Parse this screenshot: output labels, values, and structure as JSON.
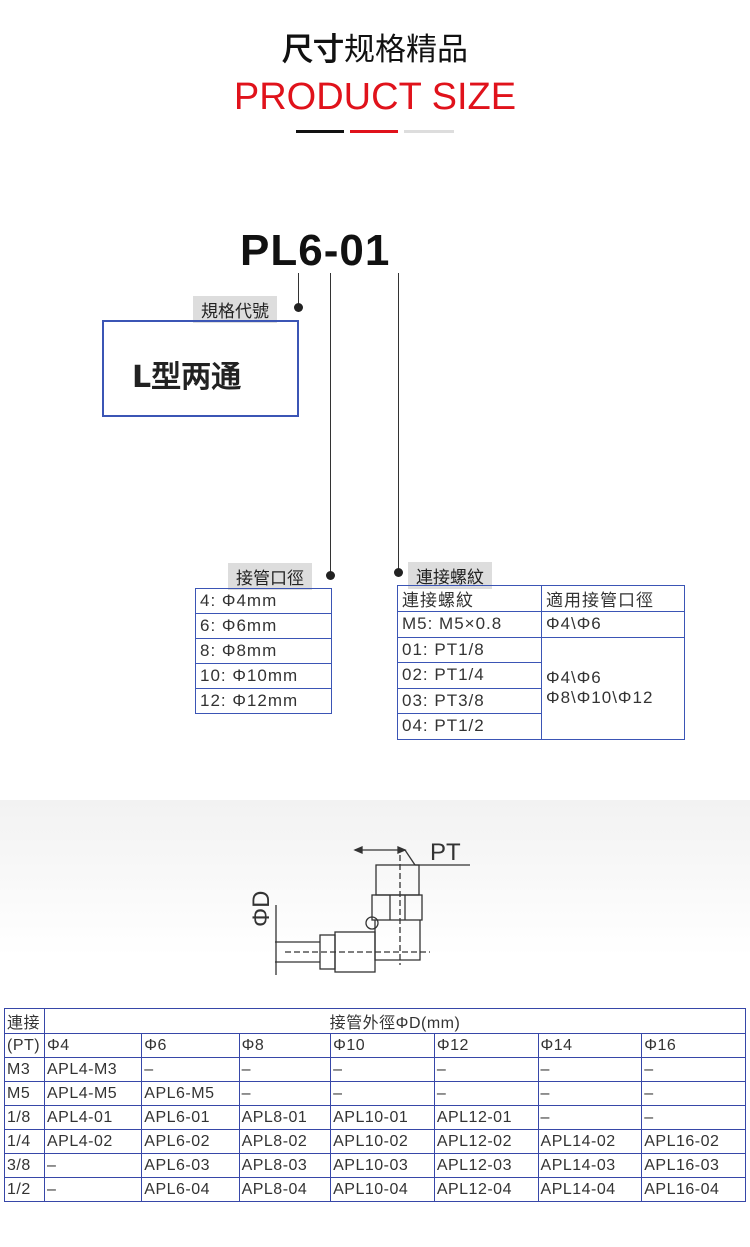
{
  "header": {
    "title_bold": "尺寸",
    "title_rest": "规格精品",
    "subtitle": "PRODUCT SIZE",
    "colors": {
      "accent": "#e0121b",
      "dark": "#111111",
      "light": "#dddddd"
    }
  },
  "model": {
    "code": "PL6-01",
    "spec_label": "規格代號",
    "type": "L型两通",
    "tube_label": "接管口徑",
    "thread_label": "連接螺紋"
  },
  "tube_sizes": [
    "4: Φ4mm",
    "6: Φ6mm",
    "8: Φ8mm",
    "10: Φ10mm",
    "12: Φ12mm"
  ],
  "thread_table": {
    "headers": [
      "連接螺紋",
      "適用接管口徑"
    ],
    "m5": "M5: M5×0.8",
    "m5_fit": "Φ4\\Φ6",
    "rows": [
      "01: PT1/8",
      "02: PT1/4",
      "03: PT3/8",
      "04: PT1/2"
    ],
    "fit_line1": "Φ4\\Φ6",
    "fit_line2": "Φ8\\Φ10\\Φ12"
  },
  "drawing": {
    "pt": "PT",
    "d": "ΦD"
  },
  "size_table": {
    "corner1": "連接",
    "corner2": "(PT)",
    "group": "接管外徑ΦD(mm)",
    "columns": [
      "Φ4",
      "Φ6",
      "Φ8",
      "Φ10",
      "Φ12",
      "Φ14",
      "Φ16"
    ],
    "rows": [
      {
        "pt": "M3",
        "cells": [
          "APL4-M3",
          "–",
          "–",
          "–",
          "–",
          "–",
          "–"
        ]
      },
      {
        "pt": "M5",
        "cells": [
          "APL4-M5",
          "APL6-M5",
          "–",
          "–",
          "–",
          "–",
          "–"
        ]
      },
      {
        "pt": "1/8",
        "cells": [
          "APL4-01",
          "APL6-01",
          "APL8-01",
          "APL10-01",
          "APL12-01",
          "–",
          "–"
        ]
      },
      {
        "pt": "1/4",
        "cells": [
          "APL4-02",
          "APL6-02",
          "APL8-02",
          "APL10-02",
          "APL12-02",
          "APL14-02",
          "APL16-02"
        ]
      },
      {
        "pt": "3/8",
        "cells": [
          "–",
          "APL6-03",
          "APL8-03",
          "APL10-03",
          "APL12-03",
          "APL14-03",
          "APL16-03"
        ]
      },
      {
        "pt": "1/2",
        "cells": [
          "–",
          "APL6-04",
          "APL8-04",
          "APL10-04",
          "APL12-04",
          "APL14-04",
          "APL16-04"
        ]
      }
    ]
  }
}
